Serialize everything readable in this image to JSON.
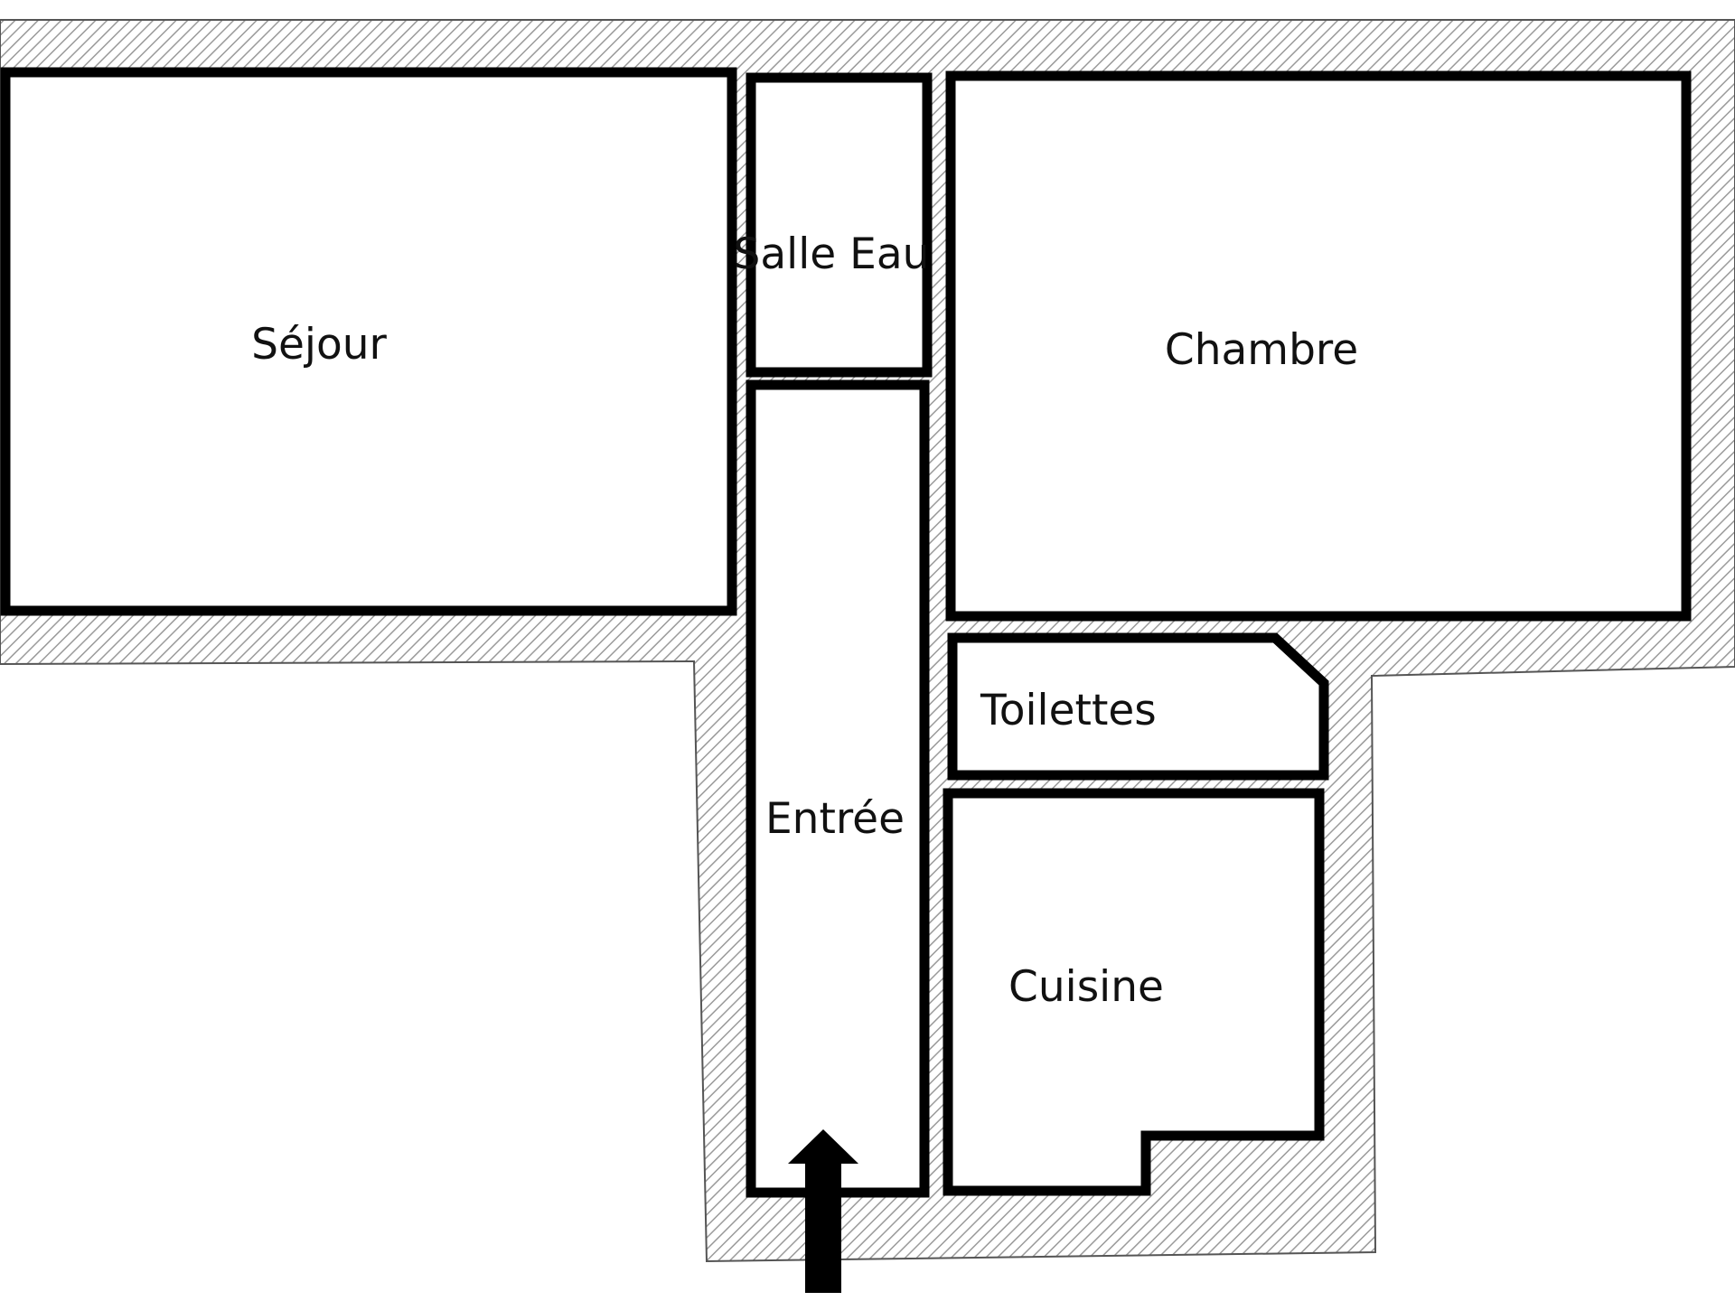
{
  "rooms": {
    "sejour": "Séjour",
    "salle_eau": "Salle Eau",
    "chambre": "Chambre",
    "toilettes": "Toilettes",
    "entree": "Entrée",
    "cuisine": "Cuisine"
  },
  "colors": {
    "wall_hatch": "#9a9a9a",
    "room_outline": "#000000",
    "background": "#ffffff"
  }
}
